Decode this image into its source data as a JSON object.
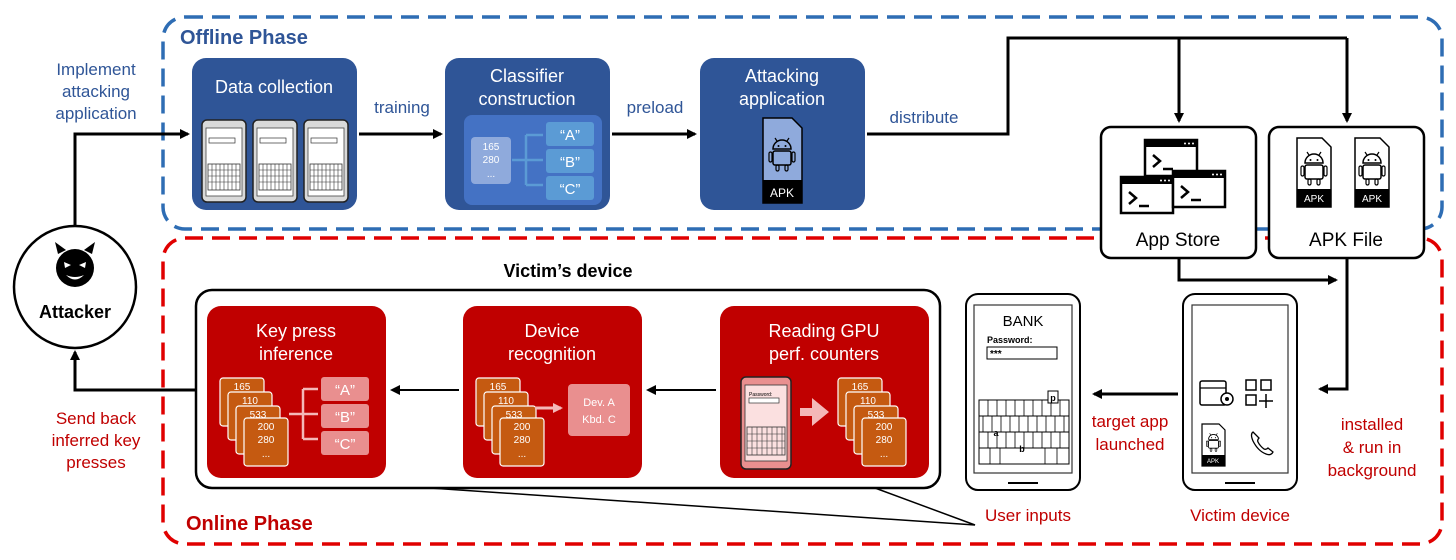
{
  "offline": {
    "title": "Offline Phase",
    "data_collection": "Data collection",
    "classifier": [
      "Classifier",
      "construction"
    ],
    "attacking_app": [
      "Attacking",
      "application"
    ],
    "apk_label": "APK",
    "edge_training": "training",
    "edge_preload": "preload",
    "edge_distribute": "distribute",
    "classifier_values": [
      "165",
      "280",
      "..."
    ],
    "classifier_outputs": [
      "“A”",
      "“B”",
      "“C”"
    ]
  },
  "online": {
    "title": "Online Phase",
    "victim_device_title": "Victim’s device",
    "key_press": [
      "Key press",
      "inference"
    ],
    "device_recognition": [
      "Device",
      "recognition"
    ],
    "reading_gpu": [
      "Reading GPU",
      "perf. counters"
    ],
    "counter_values": [
      "165",
      "110",
      "533",
      "200",
      "280",
      "..."
    ],
    "key_outputs": [
      "“A”",
      "“B”",
      "“C”"
    ],
    "dev_result": [
      "Dev. A",
      "Kbd. C"
    ],
    "password_label": "Password:"
  },
  "attacker": {
    "label": "Attacker",
    "implement": [
      "Implement",
      "attacking",
      "application"
    ],
    "send_back": [
      "Send back",
      "inferred key",
      "presses"
    ]
  },
  "distribution": {
    "app_store": "App Store",
    "apk_file": "APK File",
    "apk_label": "APK",
    "installed": [
      "installed",
      "& run in",
      "background"
    ],
    "victim_device": "Victim device",
    "target_app": [
      "target app",
      "launched"
    ],
    "user_inputs": "User inputs"
  },
  "bank_phone": {
    "title": "BANK",
    "password_label": "Password:",
    "password_value": "***",
    "key_a": "a",
    "key_b": "b",
    "key_p": "p"
  },
  "colors": {
    "offline_blue": "#2e6db4",
    "box_blue": "#2f5597",
    "online_red": "#e00000",
    "box_red": "#c00000",
    "label_blue": "#2f5597",
    "label_red": "#c00000"
  }
}
